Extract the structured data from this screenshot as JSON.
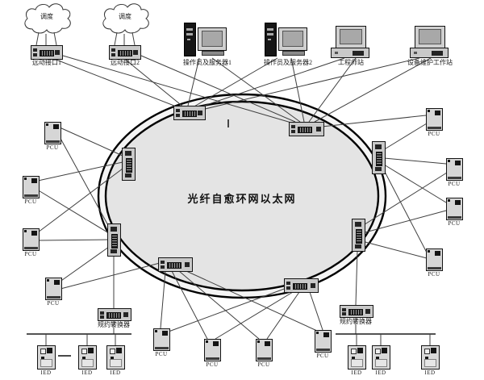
{
  "diagram": {
    "title": "光纤自愈环网以太网",
    "clouds": [
      {
        "label": "调度"
      },
      {
        "label": "调度"
      }
    ],
    "top_devices": [
      {
        "label": "远动接口1"
      },
      {
        "label": "远动接口2"
      },
      {
        "label": "操作员及服务器1"
      },
      {
        "label": "操作员及服务器2"
      },
      {
        "label": "工程师站"
      },
      {
        "label": "设备维护工作站"
      }
    ],
    "labels": {
      "pcu": "PCU",
      "ied": "IED",
      "converter": "规约转换器"
    },
    "colors": {
      "line": "#3f3f3f",
      "ring_fill": "#e4e4e4",
      "ring_band": "#f4f4f4",
      "device_fill": "#d6d6d6",
      "dark": "#141414"
    }
  }
}
